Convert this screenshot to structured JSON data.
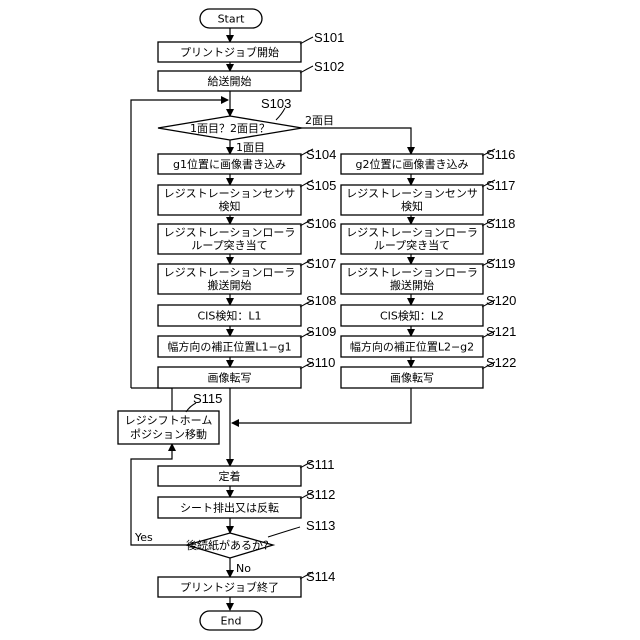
{
  "flow": {
    "start": "Start",
    "end": "End",
    "s101": {
      "step": "S101",
      "text": "プリントジョブ開始"
    },
    "s102": {
      "step": "S102",
      "text": "給送開始"
    },
    "s103": {
      "step": "S103",
      "text": "1面目？2面目？",
      "yes_label": "1面目",
      "no_label": "2面目"
    },
    "s104": {
      "step": "S104",
      "text": "g1位置に画像書き込み"
    },
    "s105": {
      "step": "S105",
      "line1": "レジストレーションセンサ",
      "line2": "検知"
    },
    "s106": {
      "step": "S106",
      "line1": "レジストレーションローラ",
      "line2": "ループ突き当て"
    },
    "s107": {
      "step": "S107",
      "line1": "レジストレーションローラ",
      "line2": "搬送開始"
    },
    "s108": {
      "step": "S108",
      "text": "CIS検知：L1"
    },
    "s109": {
      "step": "S109",
      "text": "幅方向の補正位置L1−g1"
    },
    "s110": {
      "step": "S110",
      "text": "画像転写"
    },
    "s111": {
      "step": "S111",
      "text": "定着"
    },
    "s112": {
      "step": "S112",
      "text": "シート排出又は反転"
    },
    "s113": {
      "step": "S113",
      "text": "後続紙があるか？",
      "yes_label": "Yes",
      "no_label": "No"
    },
    "s114": {
      "step": "S114",
      "text": "プリントジョブ終了"
    },
    "s115": {
      "step": "S115",
      "line1": "レジシフトホーム",
      "line2": "ポジション移動"
    },
    "s116": {
      "step": "S116",
      "text": "g2位置に画像書き込み"
    },
    "s117": {
      "step": "S117",
      "line1": "レジストレーションセンサ",
      "line2": "検知"
    },
    "s118": {
      "step": "S118",
      "line1": "レジストレーションローラ",
      "line2": "ループ突き当て"
    },
    "s119": {
      "step": "S119",
      "line1": "レジストレーションローラ",
      "line2": "搬送開始"
    },
    "s120": {
      "step": "S120",
      "text": "CIS検知：L2"
    },
    "s121": {
      "step": "S121",
      "text": "幅方向の補正位置L2−g2"
    },
    "s122": {
      "step": "S122",
      "text": "画像転写"
    }
  }
}
